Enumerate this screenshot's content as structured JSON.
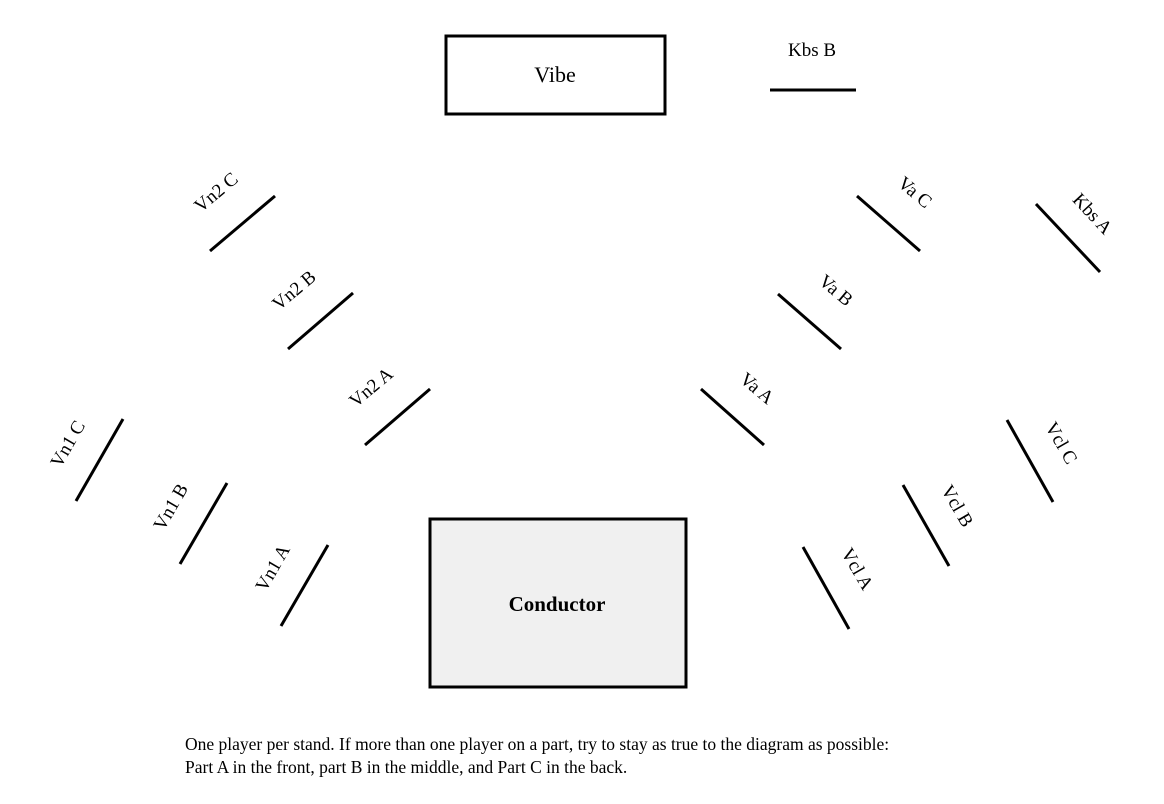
{
  "boxes": {
    "vibe": "Vibe",
    "conductor": "Conductor"
  },
  "stands": {
    "kbs_b": "Kbs B",
    "kbs_a": "Kbs A",
    "vn2_c": "Vn2 C",
    "vn2_b": "Vn2 B",
    "vn2_a": "Vn2 A",
    "vn1_c": "Vn1 C",
    "vn1_b": "Vn1 B",
    "vn1_a": "Vn1 A",
    "va_c": "Va C",
    "va_b": "Va B",
    "va_a": "Va A",
    "vcl_c": "Vcl C",
    "vcl_b": "Vcl B",
    "vcl_a": "Vcl A"
  },
  "note": {
    "line1": "One player per stand. If more than one player on a part, try to stay as true to the diagram as possible:",
    "line2": "Part A in the front, part B in the middle, and Part C in the back."
  },
  "colors": {
    "conductor_fill": "#f0f0f0",
    "stroke": "#000000"
  }
}
